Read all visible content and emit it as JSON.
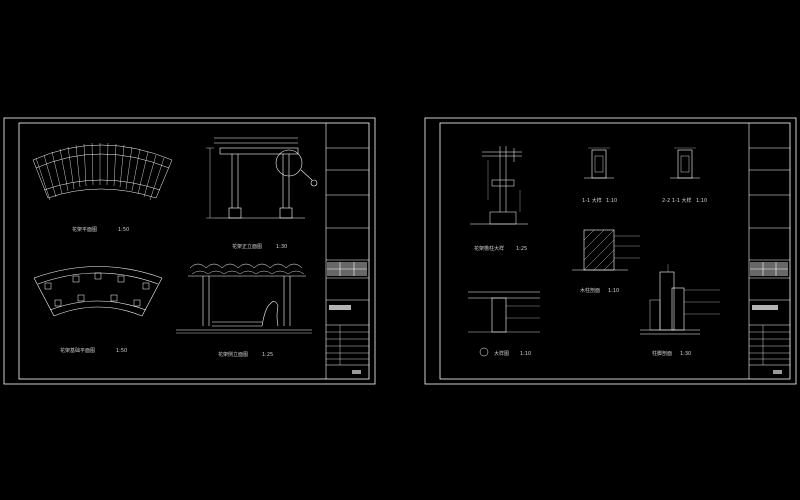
{
  "viewer": {
    "background": "#000000",
    "line_color": "#ffffff"
  },
  "sheets": [
    {
      "title_block_text": "",
      "drawings": [
        {
          "label": "花架平面图",
          "scale": "1:50"
        },
        {
          "label": "花架正立面图",
          "scale": "1:30"
        },
        {
          "label": "花架基础平面图",
          "scale": "1:50"
        },
        {
          "label": "花架侧立面图",
          "scale": "1:25"
        }
      ]
    },
    {
      "title_block_text": "",
      "drawings": [
        {
          "label": "花架檐柱大样",
          "scale": "1:25"
        },
        {
          "label": "1-1 大样",
          "scale": "1:10"
        },
        {
          "label": "2-2 1-1 大样",
          "scale": "1:10"
        },
        {
          "label": "木柱剖面",
          "scale": "1:10"
        },
        {
          "label": "大样图",
          "scale": "1:10"
        },
        {
          "label": "柱脚剖面",
          "scale": "1:30"
        }
      ]
    }
  ]
}
